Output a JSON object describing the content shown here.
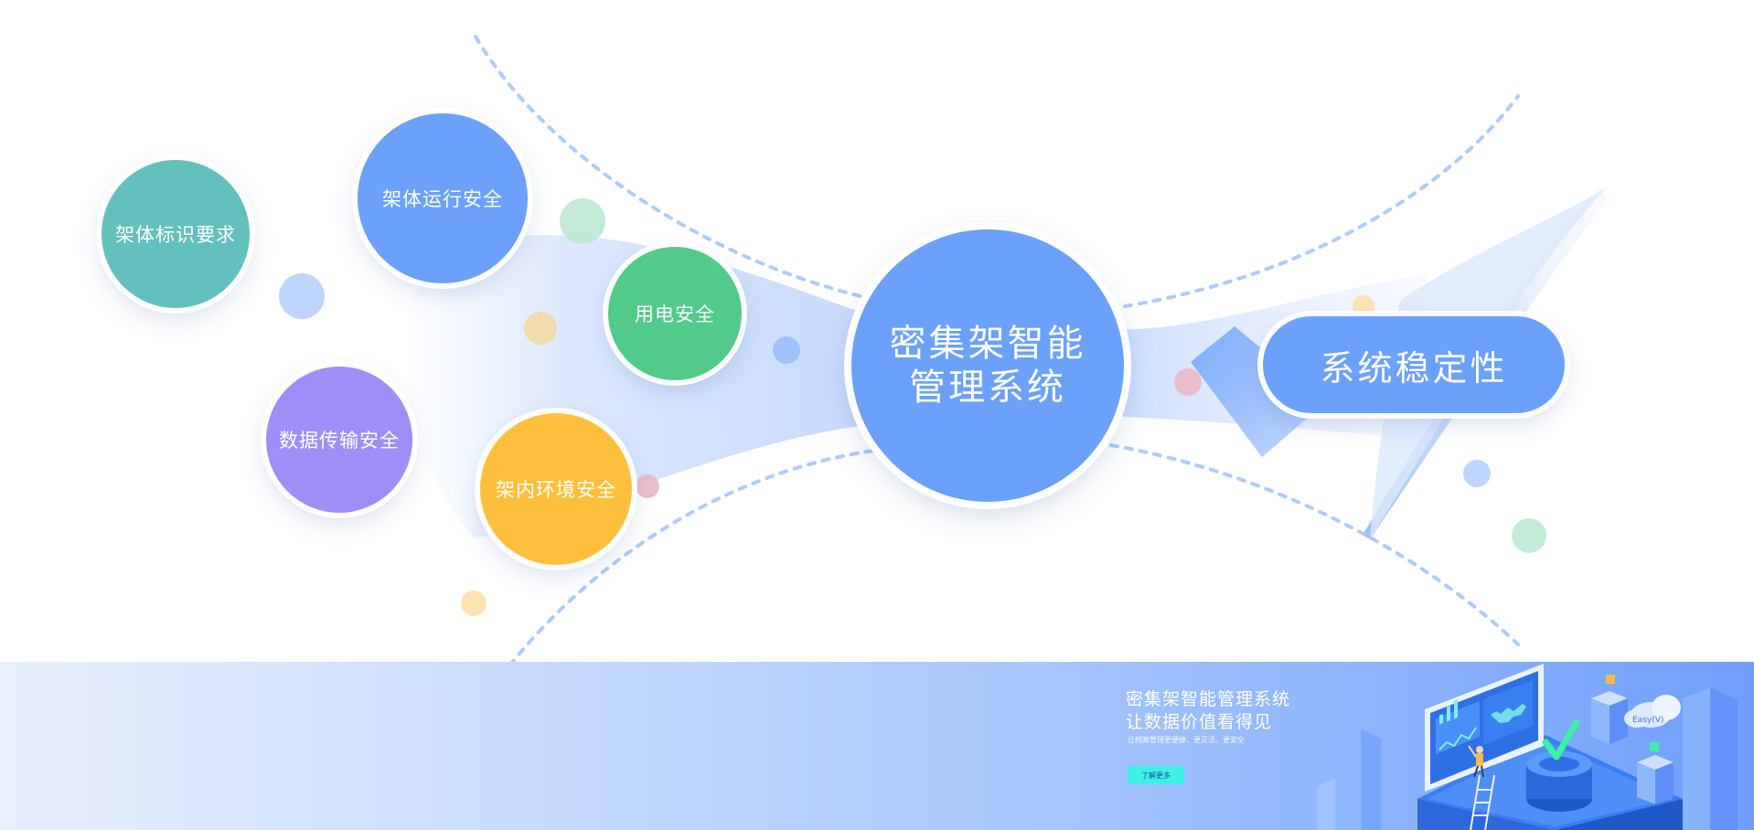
{
  "center_node": {
    "line1": "密集架智能",
    "line2": "管理系统",
    "color": "#6ba1fb"
  },
  "feature_bubbles": [
    {
      "label": "架体标识要求",
      "color": "#63c0bd"
    },
    {
      "label": "架体运行安全",
      "color": "#6ba1fb"
    },
    {
      "label": "用电安全",
      "color": "#51ca8a"
    },
    {
      "label": "数据传输安全",
      "color": "#a08ef8"
    },
    {
      "label": "架内环境安全",
      "color": "#fec03c"
    }
  ],
  "outcome": {
    "label": "系统稳定性",
    "color": "#6ba1fb"
  },
  "banner": {
    "title_line1": "密集架智能管理系统",
    "title_line2": "让数据价值看得见",
    "subtitle": "让档案管理更便捷、更灵活、更安全",
    "button_label": "了解更多",
    "button_color": "#3ff0e6"
  },
  "illustration": {
    "screen_text": "Easy(V)"
  }
}
